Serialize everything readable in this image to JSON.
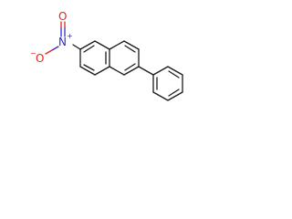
{
  "molecule": {
    "atom_labels": {
      "nitro_n": "N",
      "nitro_n_charge": "+",
      "oxygen_top": "O",
      "oxygen_left": "O",
      "oxygen_left_charge": "−"
    },
    "colors": {
      "bond": "#1a1a1a",
      "nitrogen": "#2b2bd9",
      "oxygen": "#e0261b"
    }
  }
}
